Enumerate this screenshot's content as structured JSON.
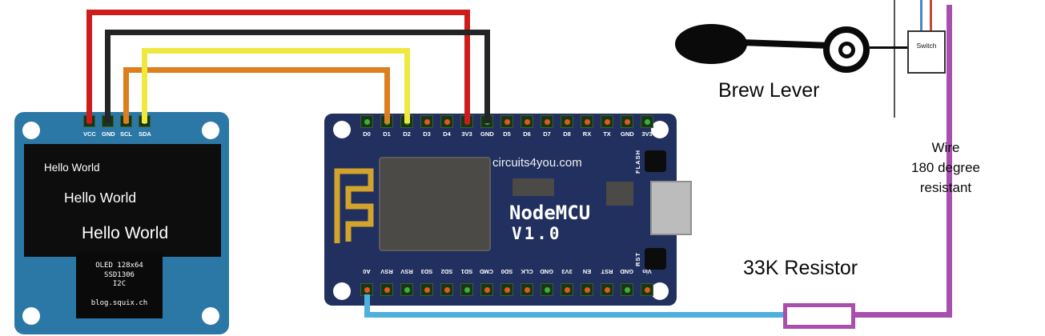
{
  "colors": {
    "wire_red": "#ce1c1c",
    "wire_black": "#242424",
    "wire_yellow": "#efe93f",
    "wire_orange": "#dd7f1e",
    "wire_blue": "#4fb0dd",
    "wire_purple": "#a84fae",
    "oled_board": "#2b78a6",
    "oled_screen": "#0d0d0d",
    "nodemcu_board": "#21305f",
    "antenna_gold": "#d2a42c",
    "shield_gray": "#4b4a47",
    "usb_gray": "#bcbcbc"
  },
  "oled": {
    "pin_labels": [
      "VCC",
      "GND",
      "SCL",
      "SDA"
    ],
    "screen_lines": [
      "Hello World",
      "Hello World",
      "Hello World"
    ],
    "chip_label_lines": [
      "OLED 128x64",
      "SSD1306",
      "I2C"
    ],
    "chip_label_footer": "blog.squix.ch"
  },
  "nodemcu": {
    "brand": "circuits4you.com",
    "model": "NodeMCU",
    "version": "V1.0",
    "flash_button": "FLASH",
    "reset_button": "RST",
    "top_pins": [
      "D0",
      "D1",
      "D2",
      "D3",
      "D4",
      "3V3",
      "GND",
      "D5",
      "D6",
      "D7",
      "D8",
      "RX",
      "TX",
      "GND",
      "3V3"
    ],
    "bottom_pins": [
      "A0",
      "RSV",
      "RSV",
      "SD3",
      "SD2",
      "SD1",
      "CMD",
      "SD0",
      "CLK",
      "GND",
      "3V3",
      "EN",
      "RST",
      "GND",
      "Vin"
    ]
  },
  "annotations": {
    "brew_lever": "Brew Lever",
    "switch": "Switch",
    "wire_note_line1": "Wire",
    "wire_note_line2": "180 degree",
    "wire_note_line3": "resistant",
    "resistor": "33K Resistor"
  }
}
